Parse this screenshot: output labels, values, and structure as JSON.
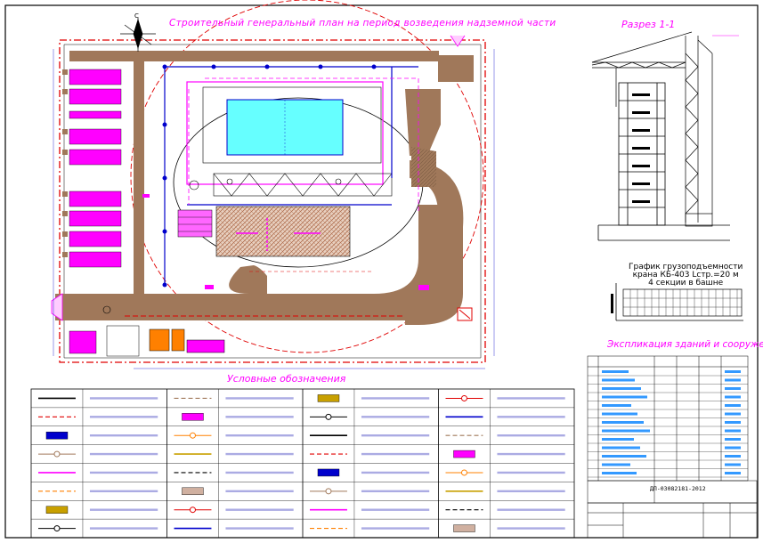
{
  "titles": {
    "main_plan": "Строительный генеральный план на период возведения надземной части",
    "section": "Разрез 1-1",
    "legend": "Условные обозначения",
    "explication": "Экспликация зданий и сооружений",
    "graph_line1": "График грузоподъемности",
    "graph_line2": "крана КБ-403 Lстр.=20 м",
    "graph_line3": "4 секции в башне"
  },
  "compass_letter": "С",
  "drawing_code": "ДП-03082181-2012",
  "colors": {
    "road": "#a0785a",
    "magenta": "#ff00ff",
    "cyan": "#66ffff",
    "blue": "#0000cc",
    "red": "#e00000",
    "orange": "#ff8000",
    "hatch": "#c8a080"
  },
  "legend_rows": 8,
  "legend_cols": 4,
  "explication_rows": 13
}
